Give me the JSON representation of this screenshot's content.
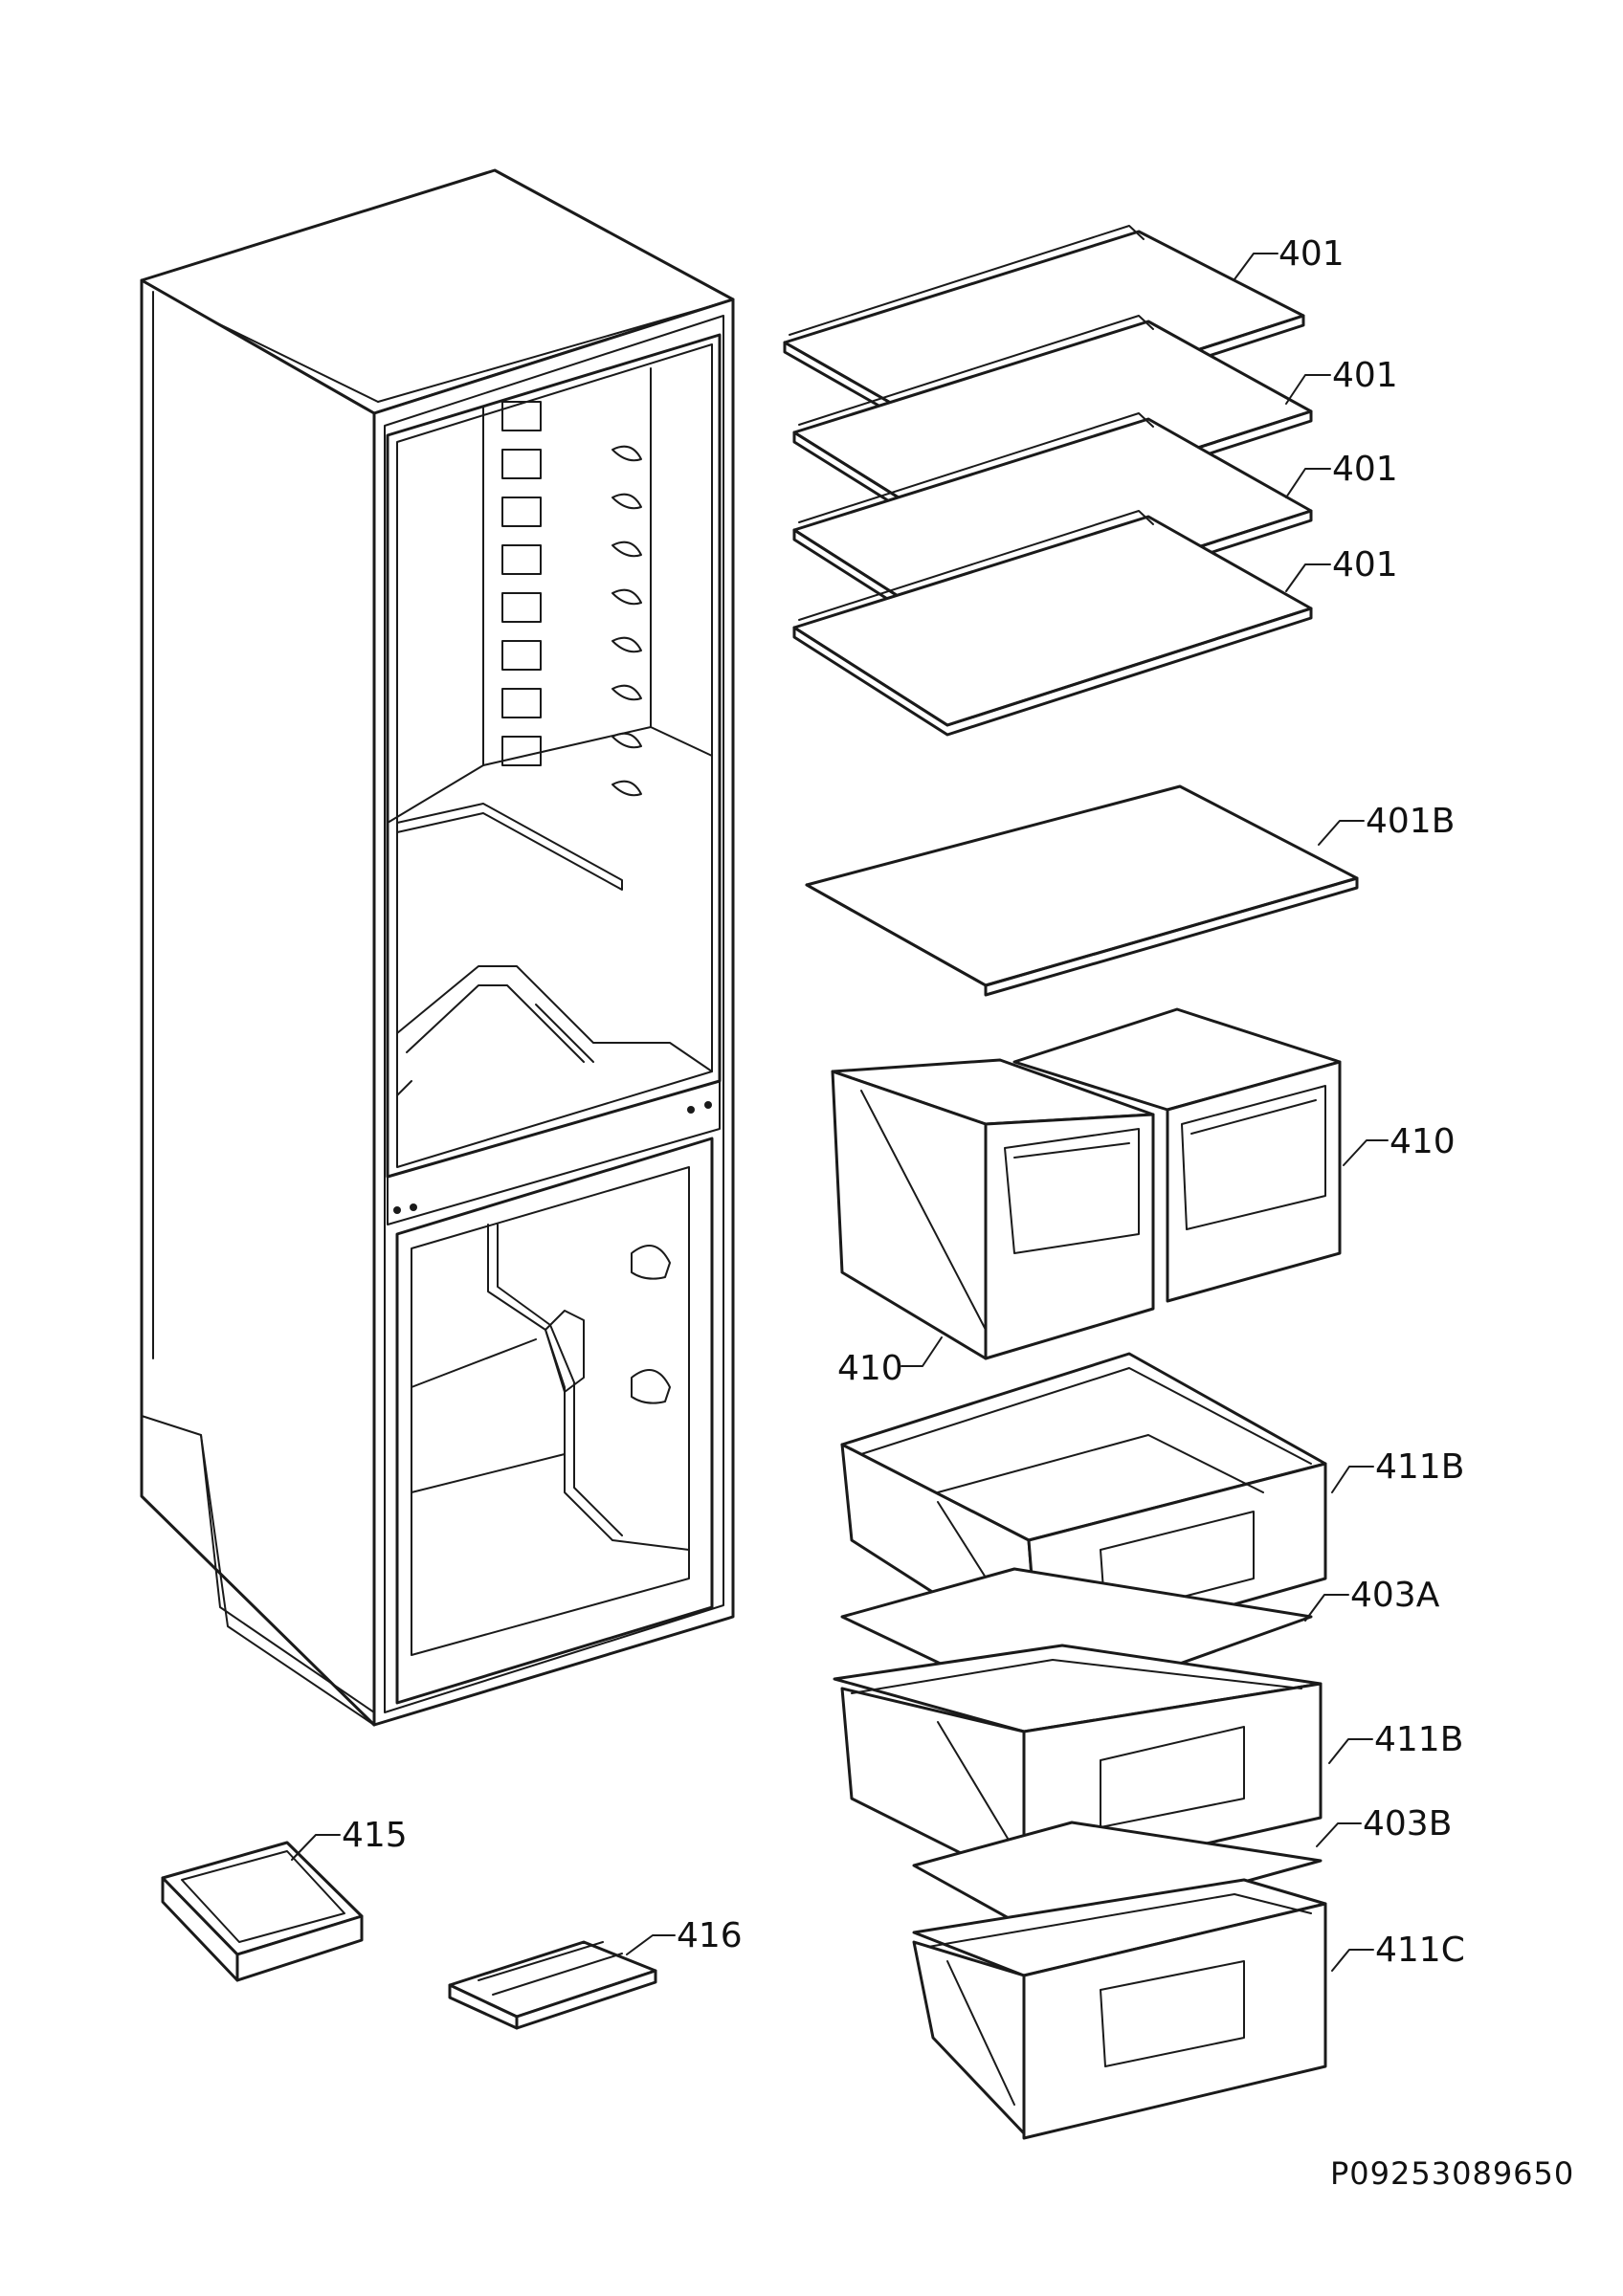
{
  "callouts": [
    {
      "id": "c1",
      "text": "401"
    },
    {
      "id": "c2",
      "text": "401"
    },
    {
      "id": "c3",
      "text": "401"
    },
    {
      "id": "c4",
      "text": "401"
    },
    {
      "id": "c5",
      "text": "401B"
    },
    {
      "id": "c6",
      "text": "410"
    },
    {
      "id": "c7",
      "text": "410"
    },
    {
      "id": "c8",
      "text": "411B"
    },
    {
      "id": "c9",
      "text": "403A"
    },
    {
      "id": "c10",
      "text": "411B"
    },
    {
      "id": "c11",
      "text": "403B"
    },
    {
      "id": "c12",
      "text": "411C"
    },
    {
      "id": "c13",
      "text": "415"
    },
    {
      "id": "c14",
      "text": "416"
    }
  ],
  "document_number": "P09253089650"
}
